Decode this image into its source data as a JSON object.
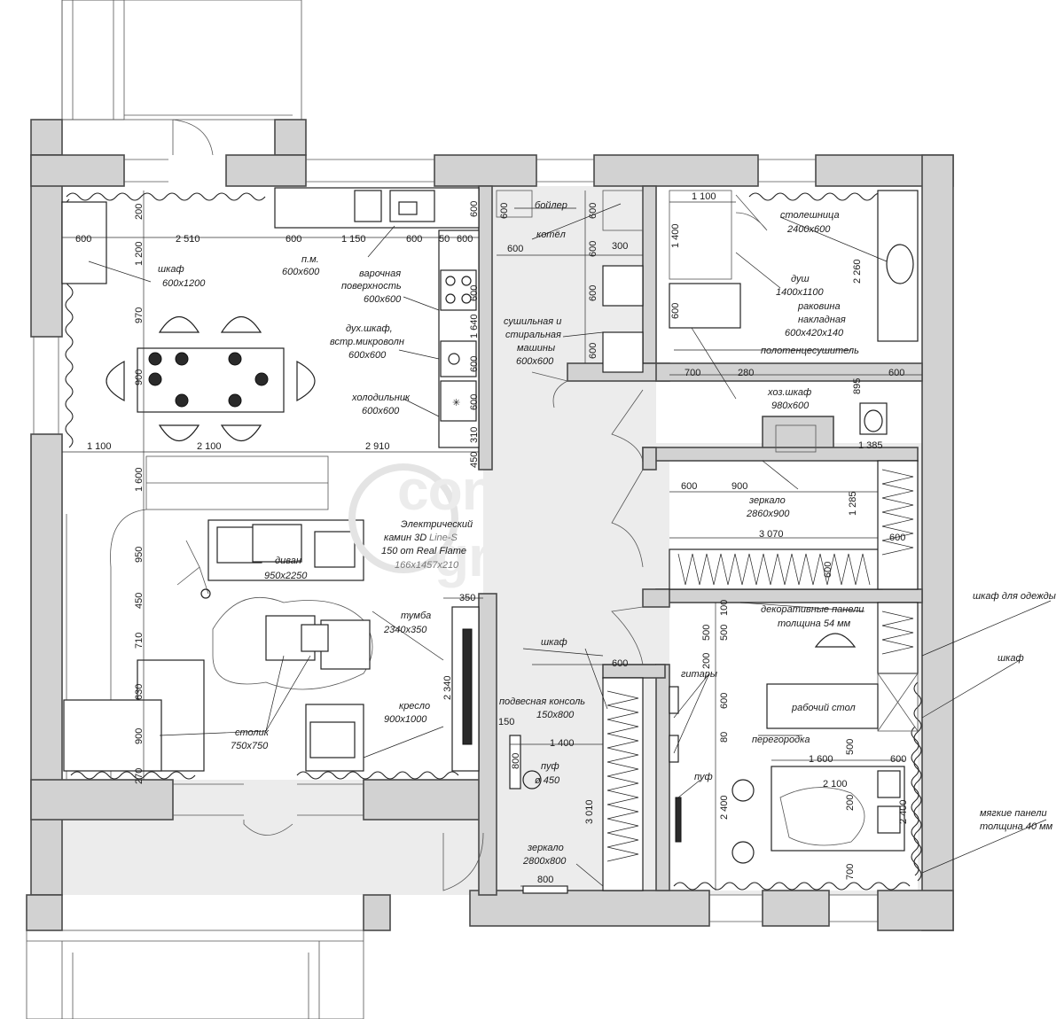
{
  "watermark": {
    "line1": "concept",
    "line2": "group"
  },
  "labels": {
    "wardrobe_main": [
      "шкаф",
      "600x1200"
    ],
    "pm": [
      "п.м.",
      "600x600"
    ],
    "hob": [
      "варочная",
      "поверхность",
      "600x600"
    ],
    "oven": [
      "дух.шкаф,",
      "встр.микроволн",
      "600x600"
    ],
    "fridge": [
      "холодильник",
      "600x600"
    ],
    "boiler": "бойлер",
    "kotel": "котёл",
    "washer": [
      "сушильная и",
      "стиральная",
      "машины",
      "600x600"
    ],
    "worktop": [
      "столешница",
      "2400x600"
    ],
    "shower": [
      "душ",
      "1400x1100"
    ],
    "sink": [
      "раковина",
      "накладная",
      "600x420x140"
    ],
    "towel": "полотенцесушитель",
    "utility": [
      "хоз.шкаф",
      "980x600"
    ],
    "mirror_top": [
      "зеркало",
      "2860x900"
    ],
    "fireplace": [
      "Электрический",
      "камин 3D",
      "Line-S",
      "150 от Real Flame",
      "166x1457x210"
    ],
    "sofa": [
      "диван",
      "950x2250"
    ],
    "tumba": [
      "тумба",
      "2340x350"
    ],
    "armchair": [
      "кресло",
      "900x1000"
    ],
    "table": [
      "столик",
      "750x750"
    ],
    "shkaf_hall": "шкаф",
    "console": [
      "подвесная консоль",
      "150x800"
    ],
    "puf_hall": "пуф",
    "puf_diam": "ø 450",
    "mirror_bottom": [
      "зеркало",
      "2800x800"
    ],
    "deco_panels": [
      "декоративные панели",
      "толщина 54 мм"
    ],
    "guitars": "гитары",
    "desk": "рабочий стол",
    "partition": "перегородка",
    "puf_bed": "пуф",
    "ext_wardrobe": "шкаф для одежды",
    "ext_shkaf": "шкаф",
    "soft_panels": [
      "мягкие панели",
      "толщина 40 мм"
    ]
  },
  "dims": {
    "top_row": [
      "600",
      "2 510",
      "600",
      "1 150",
      "600",
      "50",
      "600"
    ],
    "left_col": [
      "200",
      "1 200",
      "970",
      "900",
      "1 600",
      "950",
      "450",
      "710",
      "630",
      "900",
      "270"
    ],
    "kitchen_col": [
      "600",
      "600",
      "1 640",
      "600",
      "600",
      "310",
      "450"
    ],
    "hall_row": [
      "1 100",
      "2 100",
      "2 910"
    ],
    "laundry": [
      "600",
      "600",
      "600",
      "600",
      "300",
      "600",
      "600"
    ],
    "bath": [
      "1 100",
      "1 400",
      "2 260",
      "600",
      "700",
      "280",
      "600",
      "895",
      "1 385"
    ],
    "closet": [
      "600",
      "900",
      "1 285",
      "3 070",
      "600",
      "600"
    ],
    "living": [
      "350",
      "2 340"
    ],
    "hall2": [
      "600",
      "150",
      "1 400",
      "800",
      "3 010",
      "800"
    ],
    "bedroom_v": [
      "100",
      "500",
      "500",
      "200",
      "600",
      "80",
      "500",
      "200",
      "2 400",
      "700"
    ],
    "bedroom_h": [
      "1 600",
      "600",
      "2 100",
      "2 400"
    ]
  }
}
